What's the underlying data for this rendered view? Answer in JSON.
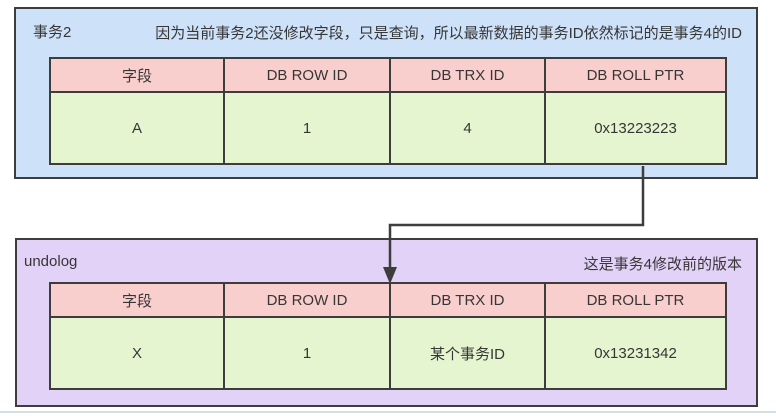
{
  "colors": {
    "line": "#3d3d3d",
    "text": "#363636",
    "blue-fill": "#cde1f8",
    "pink-fill": "#f9cfce",
    "green-fill": "#e5f5d0",
    "purple-fill": "#e3d2f7",
    "divider": "#d8dde3"
  },
  "transaction_box": {
    "label": "事务2",
    "annotation": "因为当前事务2还没修改字段，只是查询，所以最新数据的事务ID依然标记的是事务4的ID",
    "table": {
      "headers": [
        "字段",
        "DB ROW ID",
        "DB TRX ID",
        "DB ROLL PTR"
      ],
      "row": [
        "A",
        "1",
        "4",
        "0x13223223"
      ]
    }
  },
  "undolog_box": {
    "label": "undolog",
    "annotation": "这是事务4修改前的版本",
    "table": {
      "headers": [
        "字段",
        "DB ROW ID",
        "DB TRX ID",
        "DB ROLL PTR"
      ],
      "row": [
        "X",
        "1",
        "某个事务ID",
        "0x13231342"
      ]
    }
  }
}
